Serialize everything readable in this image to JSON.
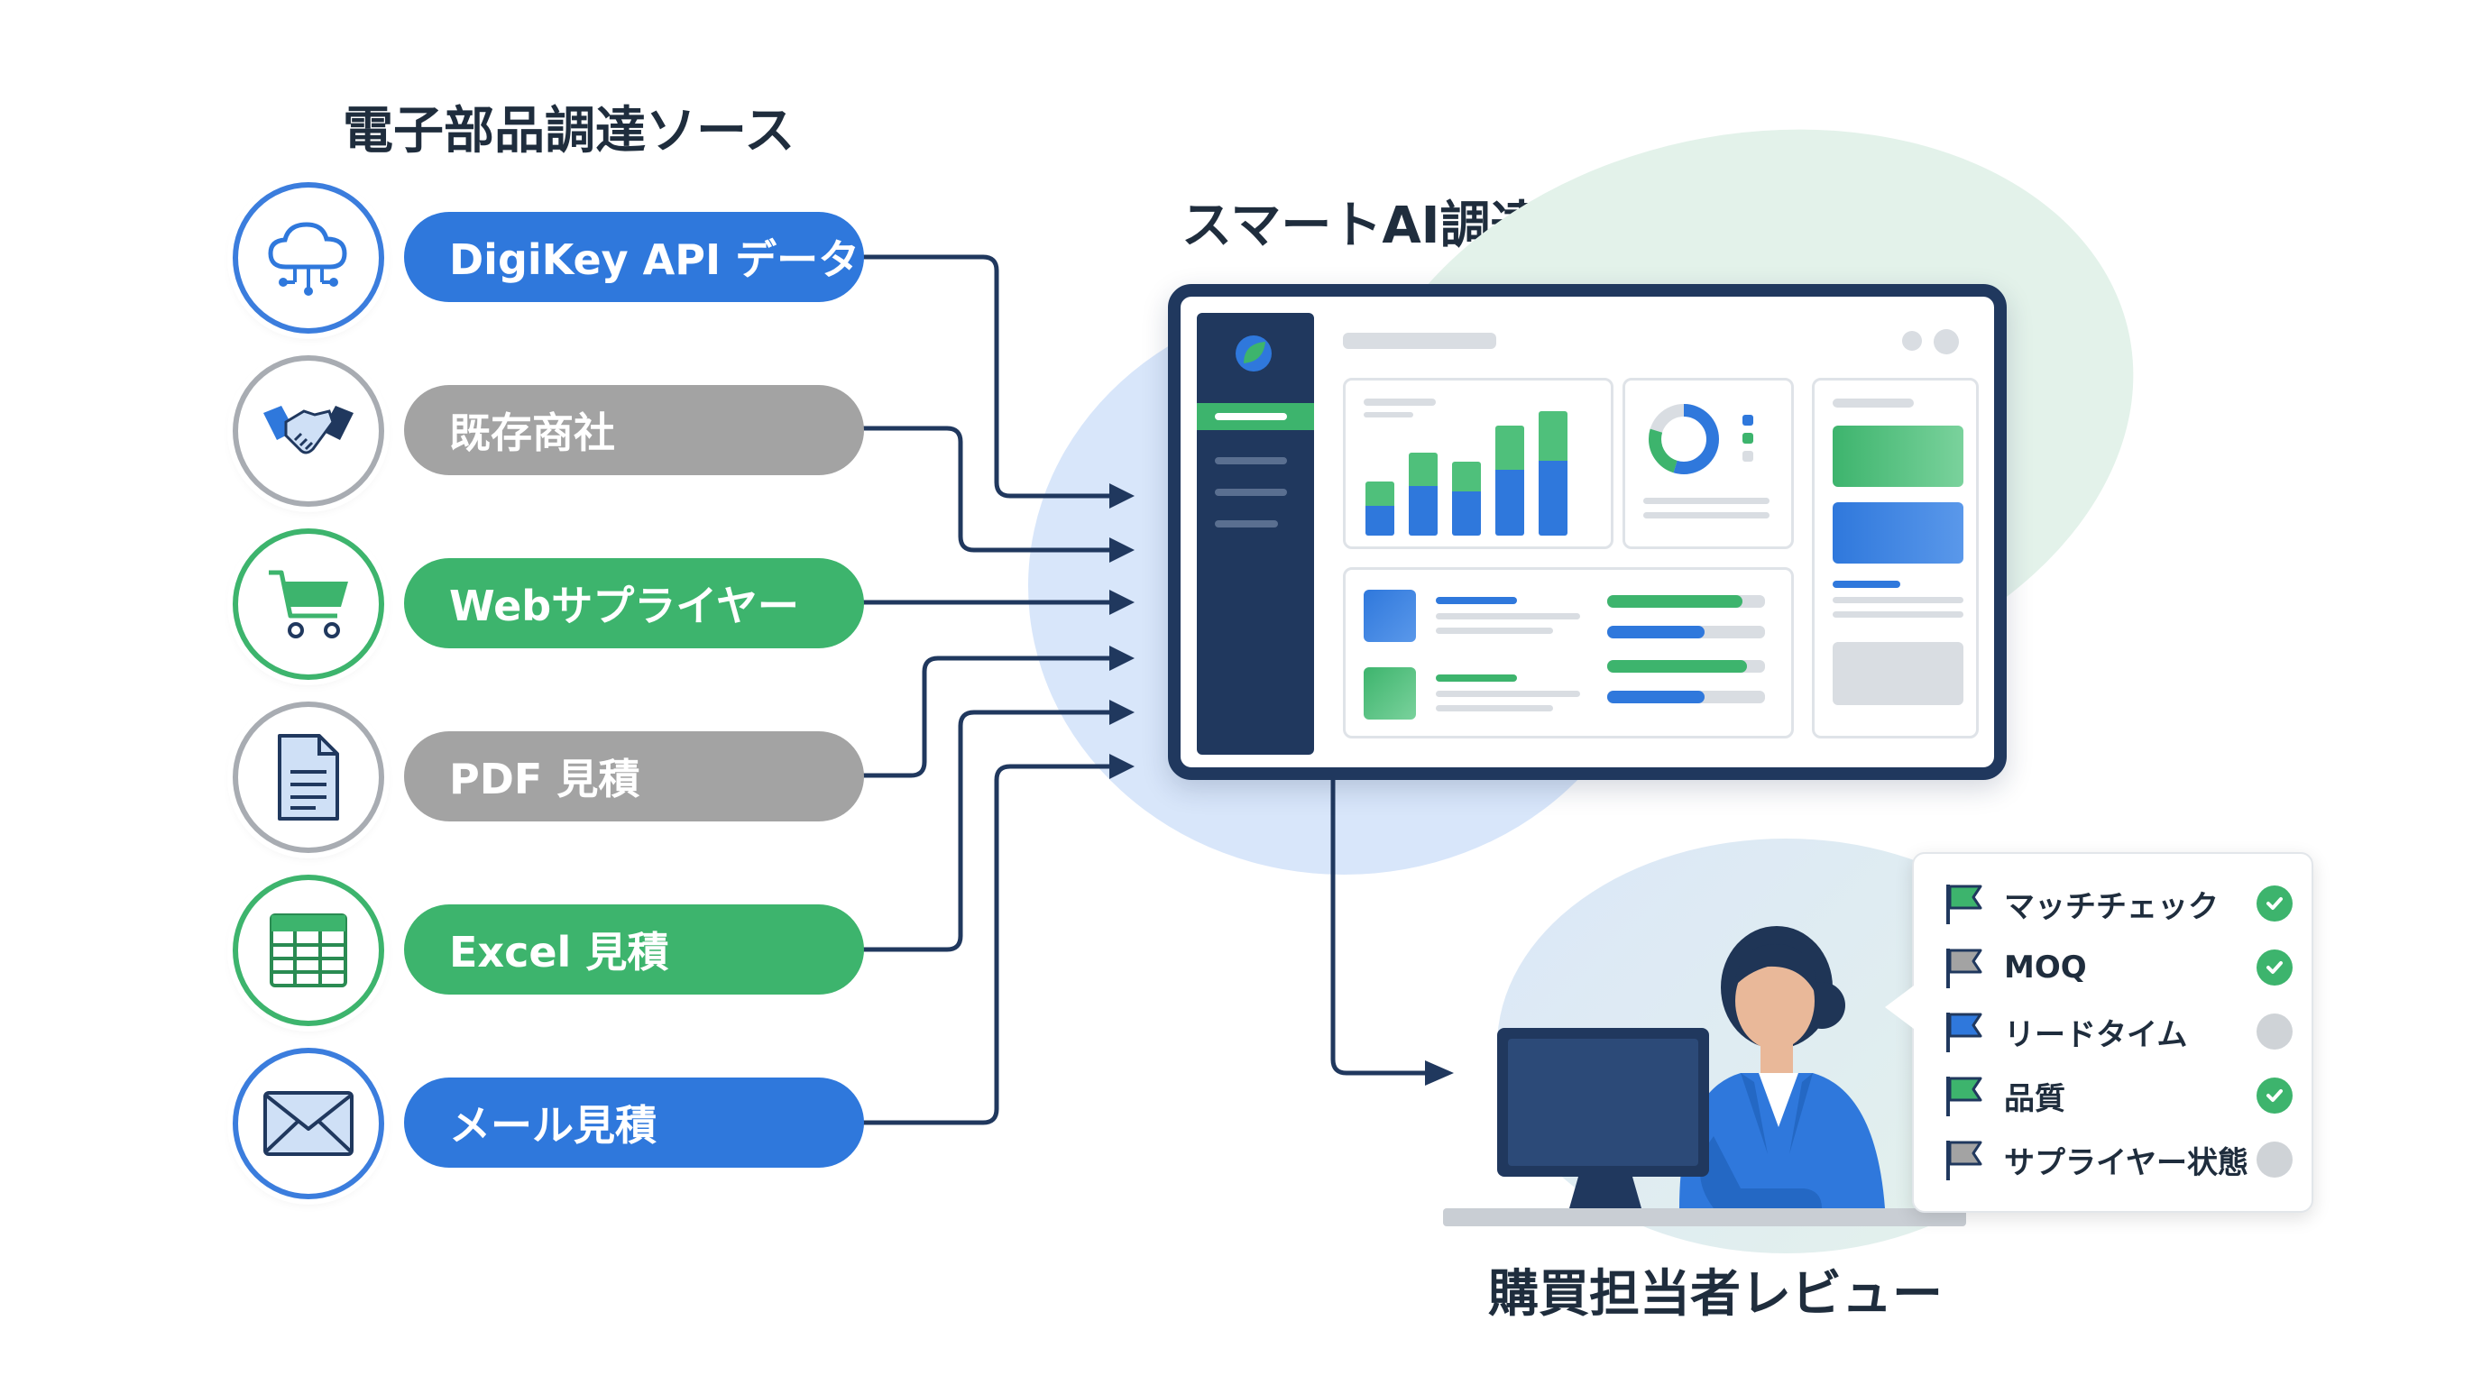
{
  "sources_title": "電子部品調達ソース",
  "dashboard_title": "スマートAI調達比較ダッシュボード",
  "review_title": "購買担当者レビュー",
  "sources": [
    {
      "label": "DigiKey API データ",
      "icon": "cloud-network-icon",
      "color": "blue"
    },
    {
      "label": "既存商社",
      "icon": "handshake-icon",
      "color": "gray"
    },
    {
      "label": "Webサプライヤー",
      "icon": "shopping-cart-icon",
      "color": "green"
    },
    {
      "label": "PDF 見積",
      "icon": "document-icon",
      "color": "gray"
    },
    {
      "label": "Excel 見積",
      "icon": "spreadsheet-icon",
      "color": "green"
    },
    {
      "label": "メール見積",
      "icon": "envelope-icon",
      "color": "blue"
    }
  ],
  "checklist": [
    {
      "label": "マッチチェック",
      "flag": "green",
      "status": "ok"
    },
    {
      "label": "MOQ",
      "flag": "gray",
      "status": "ok"
    },
    {
      "label": "リードタイム",
      "flag": "blue",
      "status": "pending"
    },
    {
      "label": "品質",
      "flag": "green",
      "status": "ok"
    },
    {
      "label": "サプライヤー状態",
      "flag": "gray",
      "status": "pending"
    }
  ],
  "colors": {
    "blue": "#2f78dc",
    "green": "#3db46d",
    "gray": "#a3a3a3",
    "navy": "#20385e"
  }
}
